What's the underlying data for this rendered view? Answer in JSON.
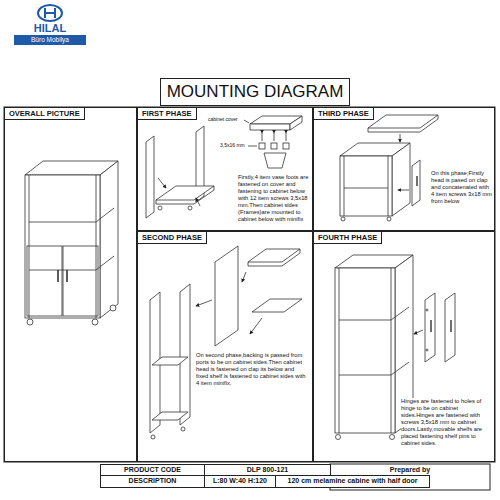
{
  "diagram": {
    "title": "MOUNTING DIAGRAM",
    "nodes": [
      {
        "text": [
          "OVERALL PICTURE"
        ]
      },
      {
        "text": [
          "FIRST PHASE",
          "Firstly,4 item vase foots are fastened on cover and fastening to cabinet below with 12 item screws 3,5x18 mm.Then cabinet sides (Frames)are mounted to cabinet below with minifix"
        ]
      },
      {
        "text": [
          "THIRD PHASE",
          "On this phase;Firstly head is pased on clap and concatenated with 4 item screws 3x18 mm from below"
        ]
      },
      {
        "text": [
          "SECOND PHASE",
          "On second phase,backing is passed from ports to be on cabinet sides.Then cabinet head is fastened on clap its below and fixed shelf is fastened to cabinet sides with 4 item minifix."
        ]
      },
      {
        "text": [
          "FOURTH PHASE",
          "Hinges are fastened to holes of hinge to be on cabinet sides.Hinges are fastened with screws 3,5x18 mm to cabinet doors.Lastly,movable shelfs are placed fastening shelf pins to cabinet sides."
        ]
      }
    ],
    "labels": [
      "HILAL",
      "Büro Mobilya",
      "cabinet cover",
      "3,5x16 mm",
      "PRODUCT CODE",
      "DLP 800-121",
      "Prepared by",
      "DESCRIPTION",
      "L:80 W:40 H:120",
      "120 cm melamine cabine with half door"
    ]
  }
}
